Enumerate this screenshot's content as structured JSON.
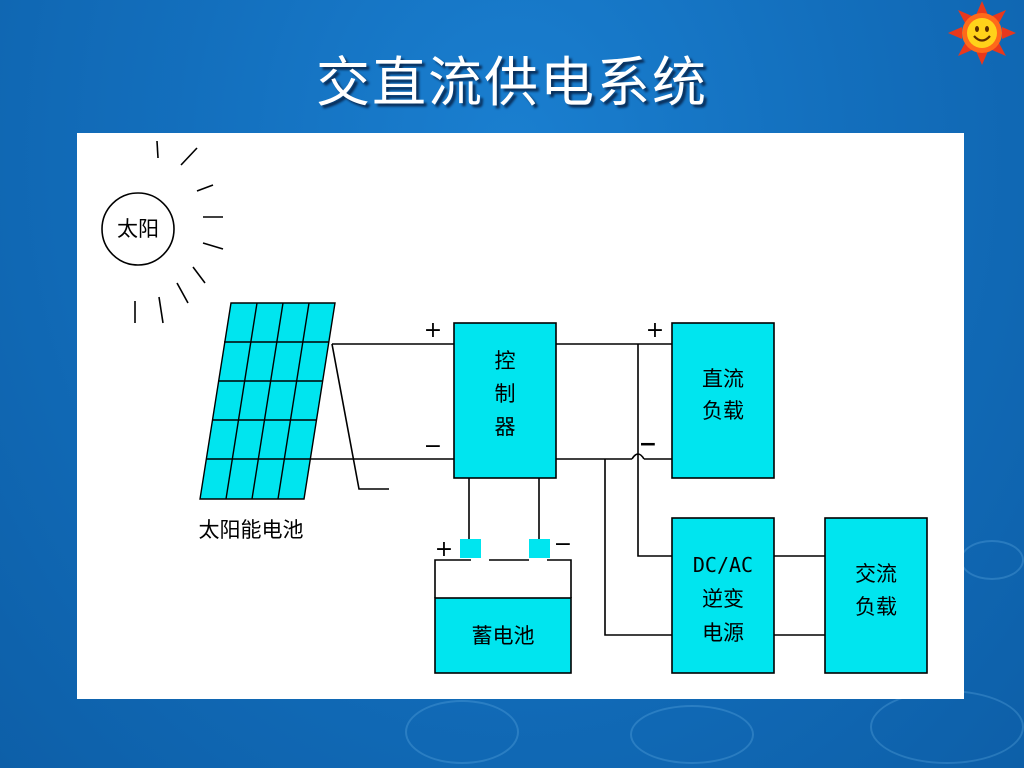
{
  "slide": {
    "title": "交直流供电系统"
  },
  "logo": {
    "icon": "smiling-sun-icon"
  },
  "diagram": {
    "sun": {
      "label": "太阳"
    },
    "solar_panel": {
      "label": "太阳能电池"
    },
    "controller": {
      "lines": [
        "控",
        "制",
        "器"
      ]
    },
    "dc_load": {
      "lines": [
        "直流",
        "负载"
      ]
    },
    "battery": {
      "label": "蓄电池",
      "plus": "+",
      "minus": "−"
    },
    "inverter": {
      "lines": [
        "DC/AC",
        "逆变",
        "电源"
      ]
    },
    "ac_load": {
      "lines": [
        "交流",
        "负载"
      ]
    },
    "polarity": {
      "panel_plus": "+",
      "panel_minus": "−",
      "load_plus": "+",
      "load_minus": "−"
    },
    "colors": {
      "box_fill": "#00e5ef",
      "stroke": "#000000",
      "panel_bg": "#ffffff"
    }
  }
}
